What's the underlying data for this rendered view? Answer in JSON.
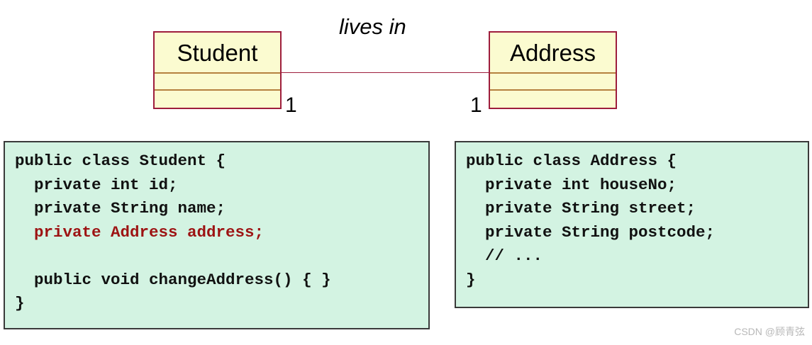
{
  "diagram": {
    "type": "uml-class-diagram",
    "association": {
      "label": "lives in",
      "left_multiplicity": "1",
      "right_multiplicity": "1",
      "line_color": "#9e1d3c"
    },
    "classes": [
      {
        "name": "Student",
        "fill_color": "#fbfbd0",
        "border_color": "#9e1d3c",
        "compartments": [
          "",
          ""
        ]
      },
      {
        "name": "Address",
        "fill_color": "#fbfbd0",
        "border_color": "#9e1d3c",
        "compartments": [
          "",
          ""
        ]
      }
    ]
  },
  "code_blocks": [
    {
      "id": "student-code",
      "language": "java",
      "background_color": "#d3f3e2",
      "accent_color": "#9d1313",
      "lines": [
        {
          "text": "public class Student {",
          "accent": false
        },
        {
          "text": "  private int id;",
          "accent": false
        },
        {
          "text": "  private String name;",
          "accent": false
        },
        {
          "text": "  private Address address;",
          "accent": true
        },
        {
          "text": "",
          "accent": false
        },
        {
          "text": "  public void changeAddress() { }",
          "accent": false
        },
        {
          "text": "}",
          "accent": false
        }
      ]
    },
    {
      "id": "address-code",
      "language": "java",
      "background_color": "#d3f3e2",
      "accent_color": "#9d1313",
      "lines": [
        {
          "text": "public class Address {",
          "accent": false
        },
        {
          "text": "  private int houseNo;",
          "accent": false
        },
        {
          "text": "  private String street;",
          "accent": false
        },
        {
          "text": "  private String postcode;",
          "accent": false
        },
        {
          "text": "  // ...",
          "accent": false
        },
        {
          "text": "}",
          "accent": false
        }
      ]
    }
  ],
  "watermark": {
    "text": "CSDN @顾青弦",
    "color": "#b8b8b8"
  }
}
